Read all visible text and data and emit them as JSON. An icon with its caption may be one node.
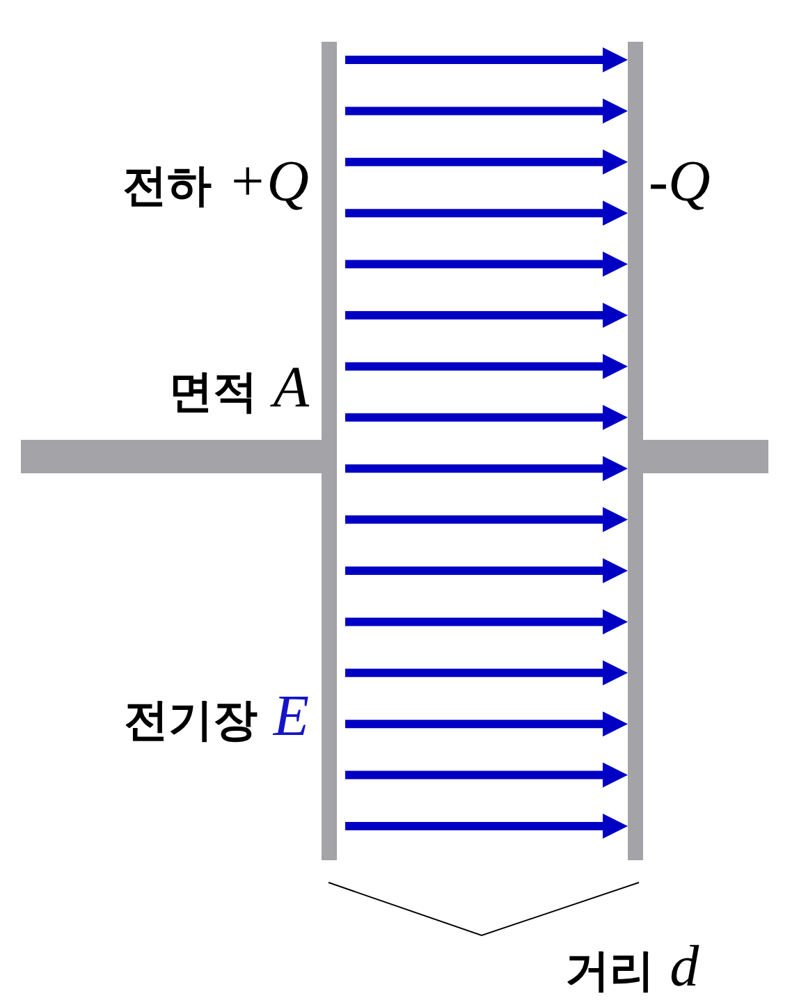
{
  "diagram": {
    "nodes": [
      {
        "text": [],
        "shape": "bar"
      },
      {
        "text": [],
        "shape": "bar"
      },
      {
        "text": [],
        "shape": "bar"
      },
      {
        "text": [],
        "shape": "bar"
      }
    ],
    "edges": [
      {
        "from": 1,
        "to": 2,
        "arrow": "to"
      },
      {
        "from": 1,
        "to": 2,
        "arrow": "to"
      },
      {
        "from": 1,
        "to": 2,
        "arrow": "to"
      },
      {
        "from": 1,
        "to": 2,
        "arrow": "to"
      },
      {
        "from": 1,
        "to": 2,
        "arrow": "to"
      },
      {
        "from": 1,
        "to": 2,
        "arrow": "to"
      },
      {
        "from": 1,
        "to": 2,
        "arrow": "to"
      },
      {
        "from": 1,
        "to": 2,
        "arrow": "to"
      },
      {
        "from": 1,
        "to": 2,
        "arrow": "to"
      },
      {
        "from": 1,
        "to": 2,
        "arrow": "to"
      },
      {
        "from": 1,
        "to": 2,
        "arrow": "to"
      },
      {
        "from": 1,
        "to": 2,
        "arrow": "to"
      },
      {
        "from": 1,
        "to": 2,
        "arrow": "to"
      },
      {
        "from": 1,
        "to": 2,
        "arrow": "to"
      },
      {
        "from": 1,
        "to": 2,
        "arrow": "to"
      },
      {
        "from": 1,
        "to": 2,
        "arrow": "to"
      }
    ],
    "labels": [
      "전하 *+Q*",
      "*-Q*",
      "면적 *A*",
      "전기장 *E*",
      "거리 *d*"
    ]
  }
}
